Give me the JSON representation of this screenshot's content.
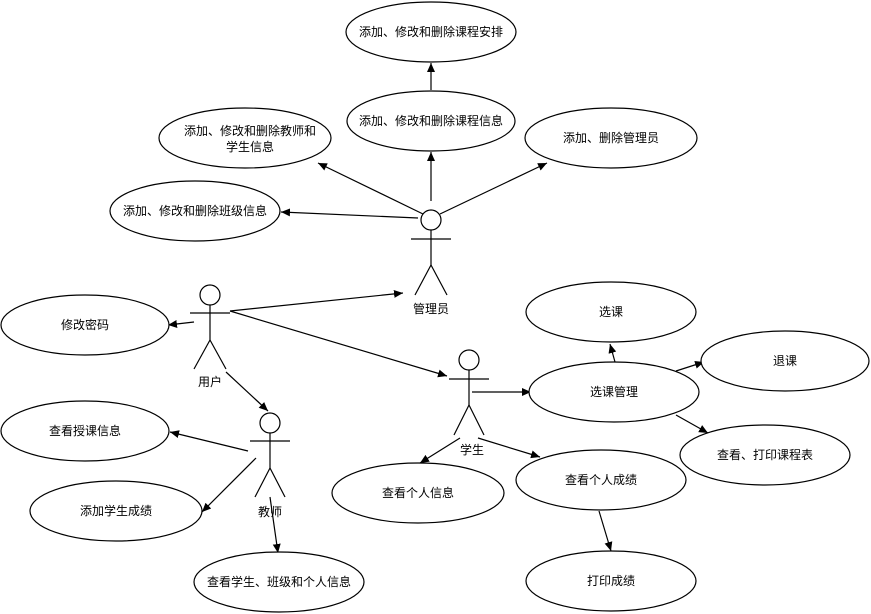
{
  "actors": {
    "admin": "管理员",
    "user": "用户",
    "student": "学生",
    "teacher": "教师"
  },
  "use_cases": {
    "course_schedule": "添加、修改和删除课程安排",
    "course_info": "添加、修改和删除课程信息",
    "teacher_student_info_1": "添加、修改和删除教师和",
    "teacher_student_info_2": "学生信息",
    "admin_manage": "添加、删除管理员",
    "class_info": "添加、修改和删除班级信息",
    "change_password": "修改密码",
    "select_course": "选课",
    "course_management": "选课管理",
    "drop_course": "退课",
    "view_schedule": "查看、打印课程表",
    "view_teaching": "查看授课信息",
    "add_grades": "添加学生成绩",
    "view_personal_info": "查看个人信息",
    "view_personal_grades": "查看个人成绩",
    "print_grades": "打印成绩",
    "view_student_class_info": "查看学生、班级和个人信息"
  }
}
